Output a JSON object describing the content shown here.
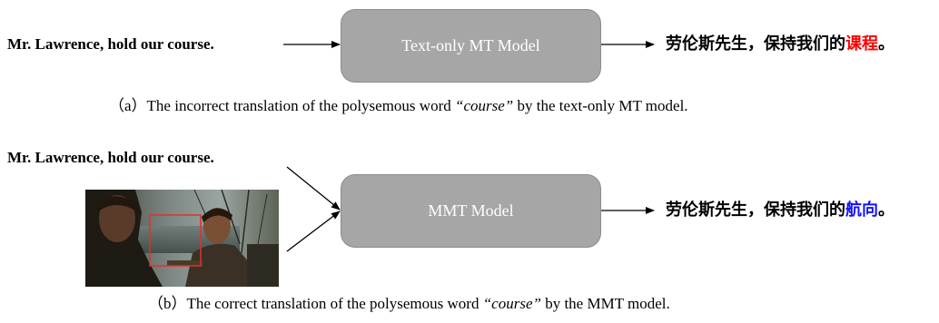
{
  "colors": {
    "model_box": "#a6a6a6",
    "wrong_highlight": "#ff0000",
    "right_highlight": "#1010ff",
    "region_box": "#e03030"
  },
  "panel_a": {
    "source_sentence": "Mr. Lawrence, hold our course.",
    "model_label": "Text-only MT Model",
    "target_prefix": "劳伦斯先生，保持我们的",
    "target_highlight": "课程",
    "target_suffix": "。",
    "caption_prefix": "（a）The incorrect translation of the polysemous word ",
    "caption_word": "“course”",
    "caption_suffix": " by the text-only MT model."
  },
  "panel_b": {
    "source_sentence": "Mr. Lawrence, hold our course.",
    "image_icon": "movie-still-image",
    "model_label": "MMT Model",
    "target_prefix": "劳伦斯先生，保持我们的",
    "target_highlight": "航向",
    "target_suffix": "。",
    "caption_prefix": "（b）The correct translation of the polysemous word ",
    "caption_word": "“course”",
    "caption_suffix": "  by the MMT model."
  }
}
